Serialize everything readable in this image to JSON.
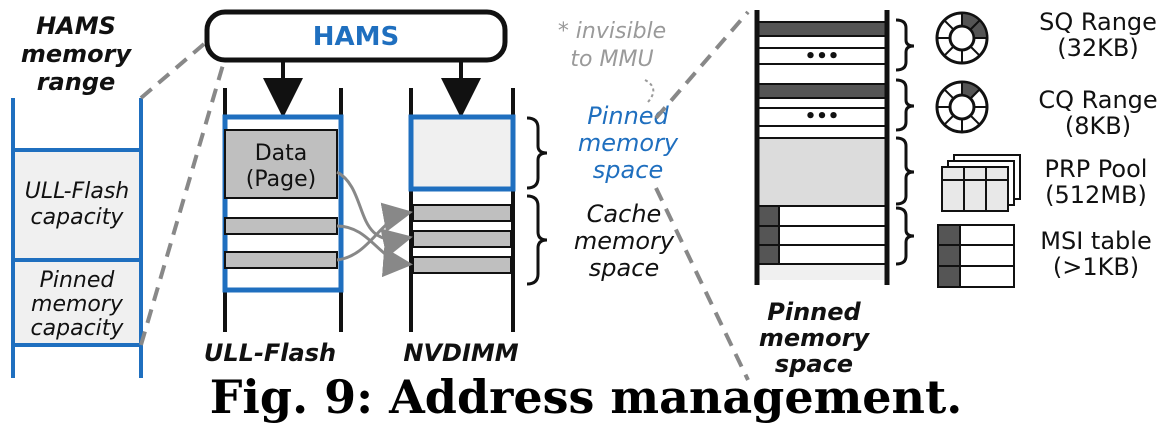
{
  "hams_range": {
    "title_lines": [
      "HAMS",
      "memory",
      "range"
    ],
    "flash_lines": [
      "ULL-Flash",
      "capacity"
    ],
    "pinned_lines": [
      "Pinned",
      "memory",
      "capacity"
    ]
  },
  "hams_box": {
    "label": "HAMS"
  },
  "ull_flash": {
    "data_lines": [
      "Data",
      "(Page)"
    ],
    "label": "ULL-Flash"
  },
  "nvdimm": {
    "label": "NVDIMM"
  },
  "note": {
    "lines": [
      "* invisible",
      "to MMU"
    ]
  },
  "pinned_space": {
    "lines": [
      "Pinned",
      "memory",
      "space"
    ]
  },
  "cache_space": {
    "lines": [
      "Cache",
      "memory",
      "space"
    ]
  },
  "pinned_detail": {
    "ellipsis": "•••",
    "label_lines": [
      "Pinned",
      "memory",
      "space"
    ]
  },
  "legend": [
    {
      "icon": "ring-icon",
      "lines": [
        "SQ Range",
        "(32KB)"
      ]
    },
    {
      "icon": "ring-icon",
      "lines": [
        "CQ Range",
        "(8KB)"
      ]
    },
    {
      "icon": "stacked-pages-icon",
      "lines": [
        "PRP Pool",
        "(512MB)"
      ]
    },
    {
      "icon": "table-icon",
      "lines": [
        "MSI table",
        "(>1KB)"
      ]
    }
  ],
  "caption": "Fig. 9: Address management.",
  "colors": {
    "accent": "#1f6fbf",
    "gray_fill": "#bfbfbf",
    "light_fill": "#f0f0f0",
    "dark_fill": "#555555",
    "note_gray": "#9a9a9a"
  }
}
